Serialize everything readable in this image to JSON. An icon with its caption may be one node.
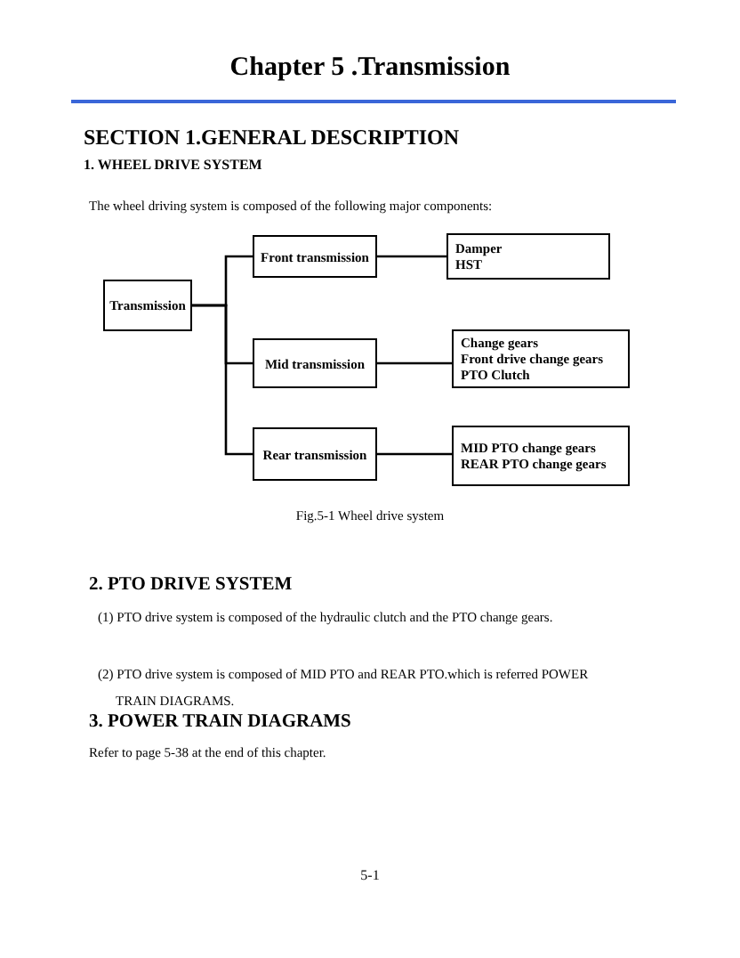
{
  "diagram": {
    "title": "Chapter 5 .Transmission",
    "caption": "Fig.5-1 Wheel drive system",
    "nodes": [
      {
        "text": [
          "Transmission"
        ]
      },
      {
        "text": [
          "Front transmission"
        ]
      },
      {
        "text": [
          "Damper",
          "HST"
        ]
      },
      {
        "text": [
          "Mid transmission"
        ]
      },
      {
        "text": [
          "Change gears",
          "Front drive change gears",
          "PTO Clutch"
        ]
      },
      {
        "text": [
          "Rear transmission"
        ]
      },
      {
        "text": [
          "MID PTO change gears",
          "REAR PTO change gears"
        ]
      }
    ],
    "edges": [
      {
        "from": 0,
        "to": 1,
        "arrow": "none"
      },
      {
        "from": 0,
        "to": 3,
        "arrow": "none"
      },
      {
        "from": 0,
        "to": 5,
        "arrow": "none"
      },
      {
        "from": 1,
        "to": 2,
        "arrow": "none"
      },
      {
        "from": 3,
        "to": 4,
        "arrow": "none"
      },
      {
        "from": 5,
        "to": 6,
        "arrow": "none"
      }
    ],
    "labels": [
      "SECTION 1.GENERAL DESCRIPTION",
      "1. WHEEL DRIVE SYSTEM",
      "The wheel driving system is composed of the following major components:",
      "2. PTO DRIVE SYSTEM",
      "(1) PTO drive system is composed of the hydraulic clutch and the PTO change gears.",
      "(2) PTO drive system is composed of MID PTO and REAR PTO.which is referred POWER TRAIN DIAGRAMS.",
      "3. POWER TRAIN DIAGRAMS",
      "Refer to page 5-38 at the end of this chapter.",
      "5-1"
    ]
  }
}
